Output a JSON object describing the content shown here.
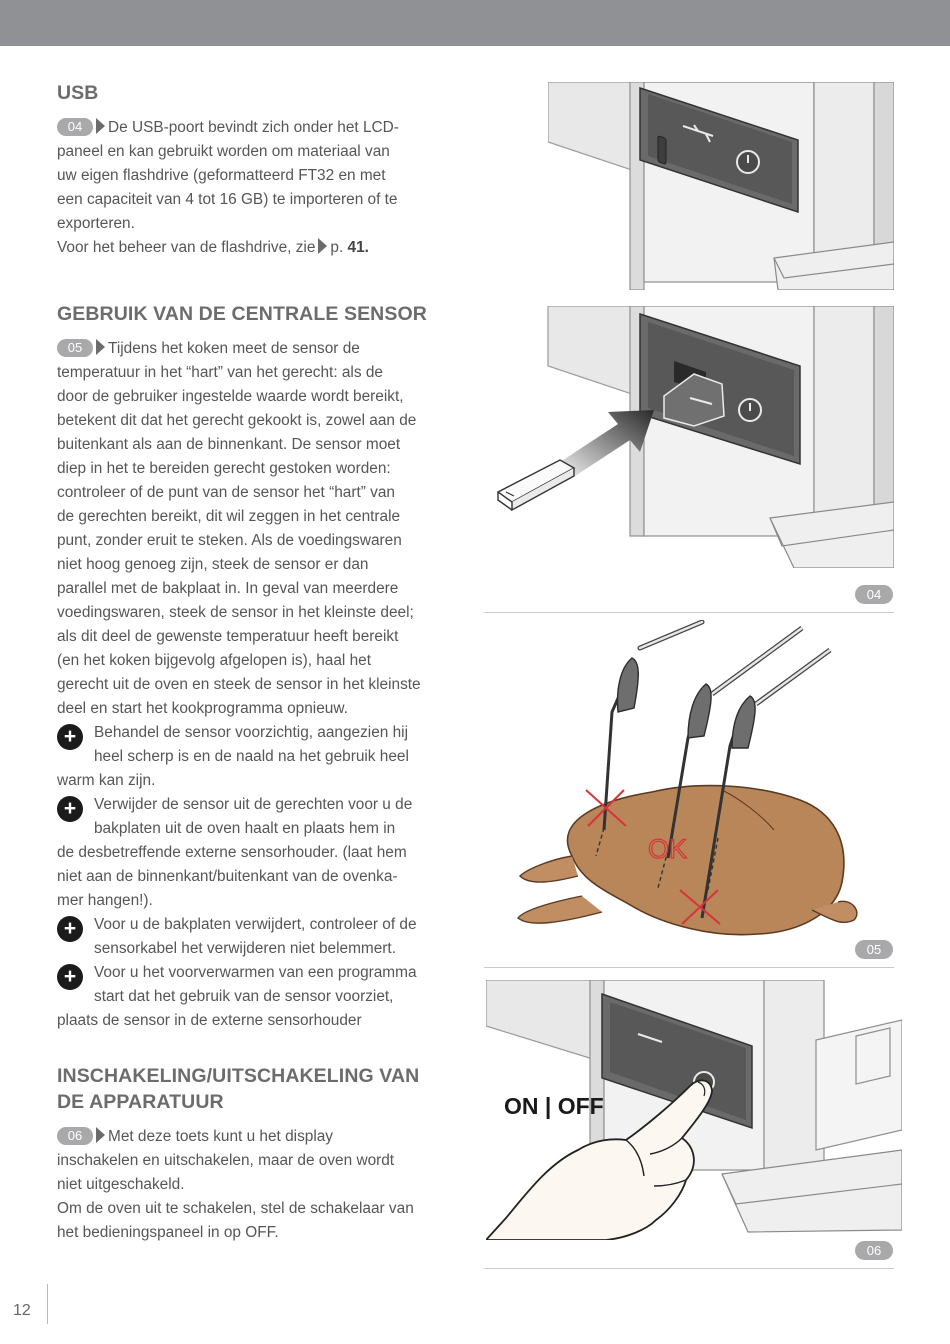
{
  "usb": {
    "title": "USB",
    "badge": "04",
    "line1": "De USB-poort bevindt zich onder het LCD-",
    "line2": "paneel en kan gebruikt worden om materiaal van",
    "line3": "uw eigen flashdrive (geformatteerd FT32 en met",
    "line4": "een capaciteit van 4 tot 16 GB) te importeren of te",
    "line5": "exporteren.",
    "ref_text": "Voor het beheer van de flashdrive, zie",
    "ref_page_prefix": "p.",
    "ref_page": "41."
  },
  "sensor": {
    "title": "GEBRUIK VAN DE CENTRALE SENSOR",
    "badge": "05",
    "lines": [
      "Tijdens het koken meet de sensor de",
      "temperatuur in het “hart” van het gerecht: als de",
      "door de gebruiker ingestelde waarde wordt bereikt,",
      "betekent dit dat het gerecht gekookt is, zowel aan de",
      "buitenkant als aan de binnenkant. De sensor moet",
      "diep in het te bereiden gerecht gestoken worden:",
      "controleer of de punt van de sensor het “hart” van",
      "de gerechten bereikt, dit wil zeggen in het centrale",
      "punt, zonder eruit te steken. Als de voedingswaren",
      "niet hoog genoeg zijn, steek de sensor er dan",
      "parallel met de bakplaat in. In geval van meerdere",
      "voedingswaren, steek de sensor in het kleinste deel;",
      "als dit deel de gewenste temperatuur heeft bereikt",
      "(en het koken bijgevolg afgelopen is), haal het",
      "gerecht uit de oven en steek de sensor in het kleinste",
      "deel en start het kookprogramma opnieuw."
    ],
    "notes": [
      [
        "Behandel de sensor voorzichtig, aangezien hij",
        "heel scherp is en de naald na het gebruik heel",
        "warm kan zijn."
      ],
      [
        "Verwijder de sensor uit de gerechten voor u de",
        "bakplaten uit de oven haalt en plaats hem in",
        "de desbetreffende externe sensorhouder. (laat hem",
        "niet aan de binnenkant/buitenkant van de ovenka-",
        "mer hangen!)."
      ],
      [
        "Voor u de bakplaten verwijdert, controleer of de",
        "sensorkabel het verwijderen niet belemmert."
      ],
      [
        "Voor u het voorverwarmen van een programma",
        "start dat het gebruik van de sensor voorziet,",
        "plaats de sensor in de externe sensorhouder"
      ]
    ]
  },
  "power": {
    "title_line1": "INSCHAKELING/UITSCHAKELING VAN",
    "title_line2": "DE APPARATUUR",
    "badge": "06",
    "lines": [
      "Met deze toets kunt u het display",
      "inschakelen en uitschakelen, maar de oven wordt",
      "niet uitgeschakeld.",
      "Om de oven uit te schakelen, stel de schakelaar van",
      "het bedieningspaneel in op OFF."
    ]
  },
  "figures": {
    "fig04_label": "04",
    "fig05_label": "05",
    "fig05_ok": "OK",
    "fig06_label": "06",
    "fig06_onoff": "ON | OFF"
  },
  "page_number": "12",
  "colors": {
    "header_bar": "#909195",
    "badge": "#a9a9ab",
    "mark_red": "#d9333a"
  }
}
